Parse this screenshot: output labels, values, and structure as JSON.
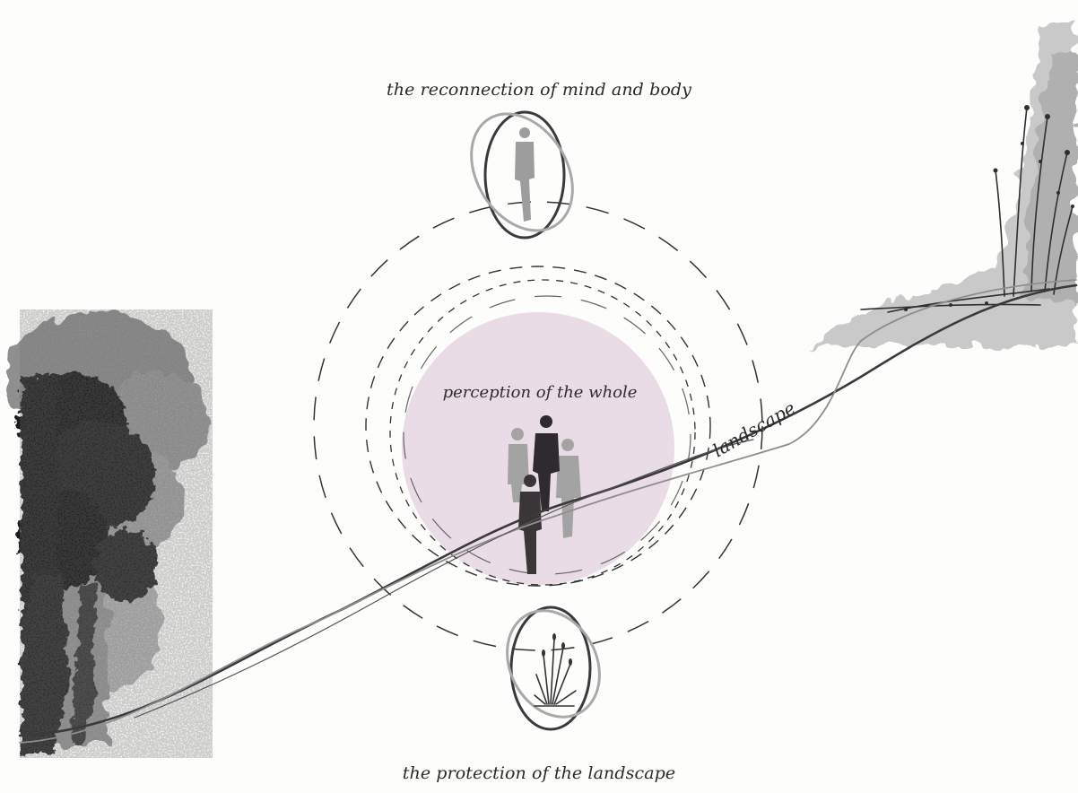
{
  "captions": {
    "top": "the reconnection of mind and body",
    "center": "perception of the whole",
    "bottom": "the protection of the landscape"
  },
  "labels": {
    "landscape": "landscape"
  },
  "colors": {
    "background": "#fdfdfb",
    "center_circle": "#e9dce6",
    "ink_dark": "#3a3a3c",
    "ink_light": "#9a9a9a",
    "figure_dark": "#2e2a2d",
    "figure_light": "#a3a3a3"
  },
  "icons": {
    "left": "tree-icon",
    "right": "grass-plants-icon",
    "top_node": "walking-person-icon",
    "bottom_node": "grass-tuft-icon",
    "center": "group-of-people-icon"
  }
}
